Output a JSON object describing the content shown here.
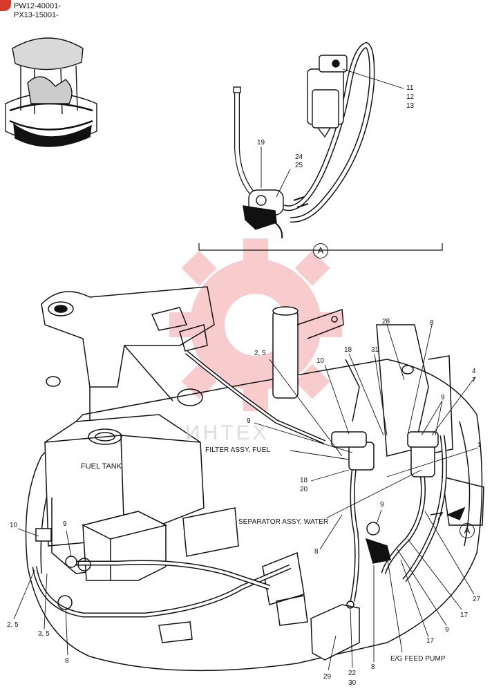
{
  "header": {
    "serial_1": "PW12-40001-",
    "serial_2": "PX13-15001-"
  },
  "watermark": {
    "text": "ИНТЕХ",
    "color": "#e84a4a"
  },
  "view_marker": "A",
  "component_labels": {
    "fuel_tank": "FUEL TANK",
    "filter_assy": "FILTER ASSY, FUEL",
    "separator_assy": "SEPARATOR ASSY, WATER",
    "feed_pump": "E/G FEED PUMP"
  },
  "callouts": {
    "c11": "11",
    "c12": "12",
    "c13": "13",
    "c19": "19",
    "c24": "24",
    "c25": "25",
    "c28": "28",
    "c8a": "8",
    "c18a": "18",
    "c31": "31",
    "c10a": "10",
    "c25a": "2, 5",
    "c4": "4",
    "c7": "7",
    "c9a": "9",
    "c9b": "9",
    "c1": "1",
    "c18b": "18",
    "c20": "20",
    "c10b": "10",
    "c9c": "9",
    "c25b": "2, 5",
    "c35": "3, 5",
    "c8b": "8",
    "c9d": "9",
    "c8c": "8",
    "c27": "27",
    "c17a": "17",
    "c9e": "9",
    "c17b": "17",
    "c29": "29",
    "c22": "22",
    "c30": "30",
    "c8d": "8"
  }
}
